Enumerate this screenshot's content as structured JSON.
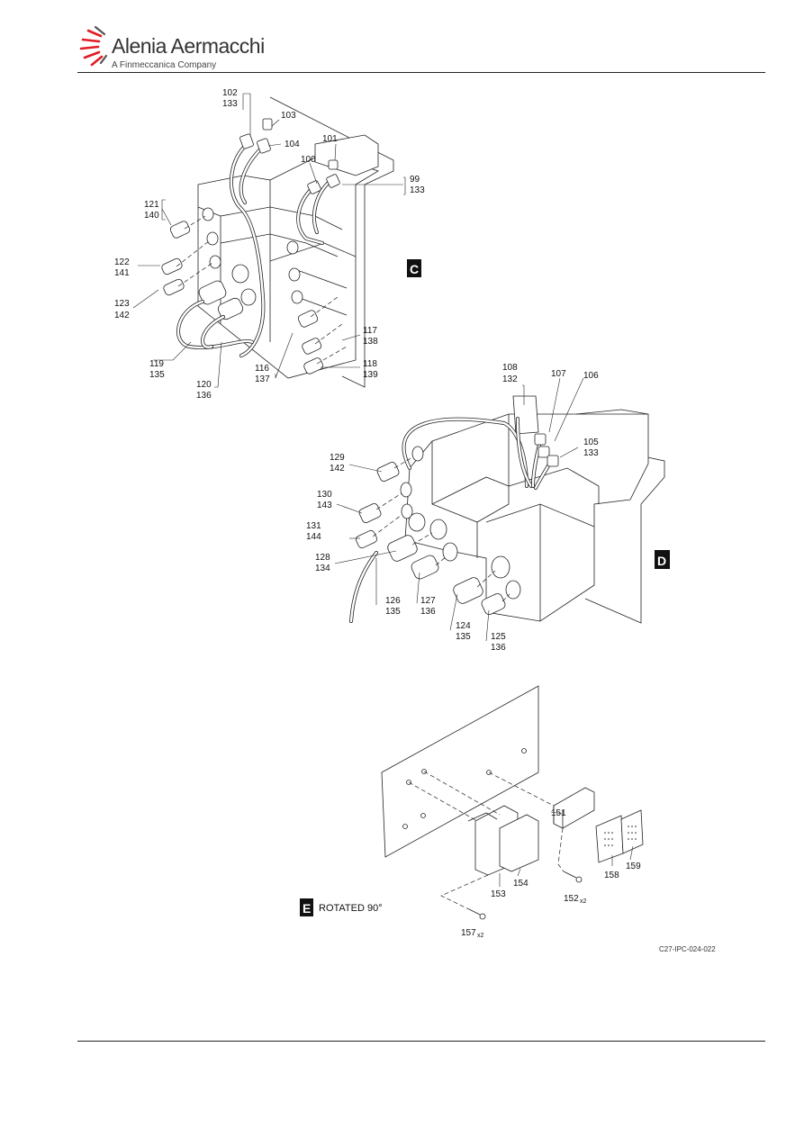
{
  "header": {
    "brand_name": "Alenia Aermacchi",
    "brand_sub": "A Finmeccanica Company"
  },
  "figure": {
    "id": "C27-IPC-024-022",
    "view_c": "C",
    "view_d": "D",
    "view_e": "E",
    "view_e_caption": "ROTATED 90°",
    "callouts_c": [
      "102",
      "133",
      "103",
      "104",
      "101",
      "100",
      "99",
      "133",
      "121",
      "140",
      "122",
      "141",
      "123",
      "142",
      "119",
      "135",
      "120",
      "136",
      "116",
      "137",
      "117",
      "138",
      "118",
      "139"
    ],
    "callouts_d": [
      "108",
      "132",
      "107",
      "106",
      "105",
      "133",
      "129",
      "142",
      "130",
      "143",
      "131",
      "144",
      "128",
      "134",
      "126",
      "135",
      "127",
      "136",
      "124",
      "135",
      "125",
      "136"
    ],
    "callouts_e": [
      "151",
      "158",
      "159",
      "153",
      "154",
      "152",
      "x2",
      "157",
      "x2"
    ]
  }
}
